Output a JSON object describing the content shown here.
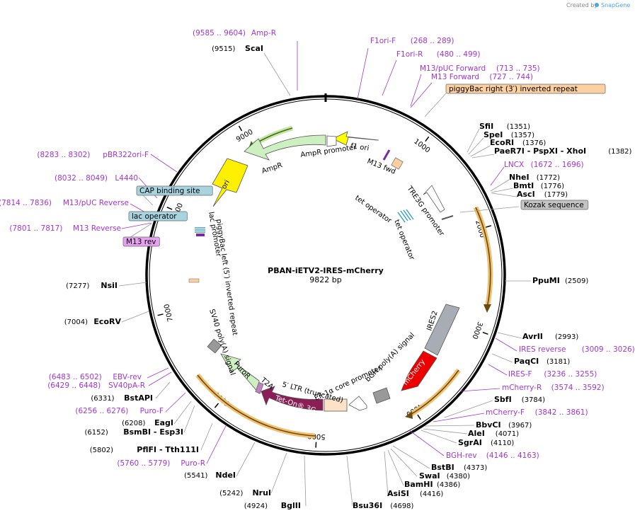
{
  "credit": {
    "text": "Created by",
    "brand": "SnapGene"
  },
  "center": {
    "name": "PBAN-iETV2-IRES-mCherry",
    "size": "9822 bp"
  },
  "features": {
    "ampr_promoter": "AmpR promoter",
    "ampr": "AmpR",
    "ori": "ori",
    "f1_ori": "f1 ori",
    "m13_fwd": "M13 fwd",
    "tre3g": "TRE3G promoter",
    "tet_operator": "tet operator",
    "ires2": "IRES2",
    "mcherry": "mCherry",
    "bgh_polya": "bGH poly(A) signal",
    "ef1a": "EF-1α core promoter",
    "ltr": "5′ LTR (truncated)",
    "tet_on_3g": "Tet-On® 3G",
    "t2a": "T2A",
    "puror": "PuroR",
    "sv40_polya": "SV40 poly(A) signal",
    "piggybac_left": "piggyBac left (5′) inverted repeat",
    "lac_promoter": "lac promoter"
  },
  "ticks": [
    "1000",
    "2000",
    "3000",
    "4000",
    "5000",
    "6000",
    "7000",
    "8000",
    "9000"
  ],
  "colors": {
    "primer": "#a235d6",
    "site": "#000000",
    "orf": "#f1c06f"
  },
  "labels": [
    {
      "pos": "(9585 .. 9604)",
      "name": "Amp-R",
      "kind": "primer"
    },
    {
      "pos": "(9515)",
      "name": "ScaI",
      "kind": "site"
    },
    {
      "pos": "(268 .. 289)",
      "name": "F1ori-F",
      "kind": "primer"
    },
    {
      "pos": "(480 .. 499)",
      "name": "F1ori-R",
      "kind": "primer"
    },
    {
      "pos": "(713 .. 735)",
      "name": "M13/pUC Forward",
      "kind": "primer"
    },
    {
      "pos": "(727 .. 744)",
      "name": "M13 Forward",
      "kind": "primer"
    },
    {
      "pos": "",
      "name": "piggyBac right (3′) inverted repeat",
      "kind": "box-orange"
    },
    {
      "pos": "(1351)",
      "name": "SfiI",
      "kind": "site"
    },
    {
      "pos": "(1357)",
      "name": "SpeI",
      "kind": "site"
    },
    {
      "pos": "(1376)",
      "name": "EcoRI",
      "kind": "site"
    },
    {
      "pos": "(1382)",
      "name": "PaeR7I - PspXI - XhoI",
      "kind": "site"
    },
    {
      "pos": "(1672 .. 1696)",
      "name": "LNCX",
      "kind": "primer"
    },
    {
      "pos": "(1772)",
      "name": "NheI",
      "kind": "site"
    },
    {
      "pos": "(1776)",
      "name": "BmtI",
      "kind": "site"
    },
    {
      "pos": "(1779)",
      "name": "AscI",
      "kind": "site"
    },
    {
      "pos": "",
      "name": "Kozak sequence",
      "kind": "box-gray"
    },
    {
      "pos": "(2509)",
      "name": "PpuMI",
      "kind": "site"
    },
    {
      "pos": "(2993)",
      "name": "AvrII",
      "kind": "site"
    },
    {
      "pos": "(3009 .. 3026)",
      "name": "IRES reverse",
      "kind": "primer"
    },
    {
      "pos": "(3181)",
      "name": "PaqCI",
      "kind": "site"
    },
    {
      "pos": "(3236 .. 3255)",
      "name": "IRES-F",
      "kind": "primer"
    },
    {
      "pos": "(3574 .. 3592)",
      "name": "mCherry-R",
      "kind": "primer"
    },
    {
      "pos": "(3784)",
      "name": "SbfI",
      "kind": "site"
    },
    {
      "pos": "(3842 .. 3861)",
      "name": "mCherry-F",
      "kind": "primer"
    },
    {
      "pos": "(3967)",
      "name": "BbvCI",
      "kind": "site"
    },
    {
      "pos": "(4071)",
      "name": "AleI",
      "kind": "site"
    },
    {
      "pos": "(4110)",
      "name": "SgrAI",
      "kind": "site"
    },
    {
      "pos": "(4146 .. 4163)",
      "name": "BGH-rev",
      "kind": "primer"
    },
    {
      "pos": "(4373)",
      "name": "BstBI",
      "kind": "site"
    },
    {
      "pos": "(4380)",
      "name": "SwaI",
      "kind": "site"
    },
    {
      "pos": "(4386)",
      "name": "BamHI",
      "kind": "site"
    },
    {
      "pos": "(4416)",
      "name": "AsiSI",
      "kind": "site"
    },
    {
      "pos": "(4698)",
      "name": "Bsu36I",
      "kind": "site"
    },
    {
      "pos": "(4924)",
      "name": "BglII",
      "kind": "site"
    },
    {
      "pos": "(5242)",
      "name": "NruI",
      "kind": "site"
    },
    {
      "pos": "(5541)",
      "name": "NdeI",
      "kind": "site"
    },
    {
      "pos": "(5760 .. 5779)",
      "name": "Puro-R",
      "kind": "primer"
    },
    {
      "pos": "(5802)",
      "name": "PflFI - Tth111I",
      "kind": "site"
    },
    {
      "pos": "(6152)",
      "name": "BsmBI - Esp3I",
      "kind": "site"
    },
    {
      "pos": "(6208)",
      "name": "EagI",
      "kind": "site"
    },
    {
      "pos": "(6256 .. 6276)",
      "name": "Puro-F",
      "kind": "primer"
    },
    {
      "pos": "(6331)",
      "name": "BstAPI",
      "kind": "site"
    },
    {
      "pos": "(6429 .. 6448)",
      "name": "SV40pA-R",
      "kind": "primer"
    },
    {
      "pos": "(6483 .. 6502)",
      "name": "EBV-rev",
      "kind": "primer"
    },
    {
      "pos": "(7004)",
      "name": "EcoRV",
      "kind": "site"
    },
    {
      "pos": "(7277)",
      "name": "NsiI",
      "kind": "site"
    },
    {
      "pos": "(7801 .. 7817)",
      "name": "M13 Reverse",
      "kind": "primer"
    },
    {
      "pos": "",
      "name": "M13 rev",
      "kind": "box-purple"
    },
    {
      "pos": "",
      "name": "lac operator",
      "kind": "box-blue"
    },
    {
      "pos": "(7814 .. 7836)",
      "name": "M13/pUC Reverse",
      "kind": "primer"
    },
    {
      "pos": "",
      "name": "CAP binding site",
      "kind": "box-blue"
    },
    {
      "pos": "(8032 .. 8049)",
      "name": "L4440",
      "kind": "primer"
    },
    {
      "pos": "(8283 .. 8302)",
      "name": "pBR322ori-F",
      "kind": "primer"
    }
  ]
}
